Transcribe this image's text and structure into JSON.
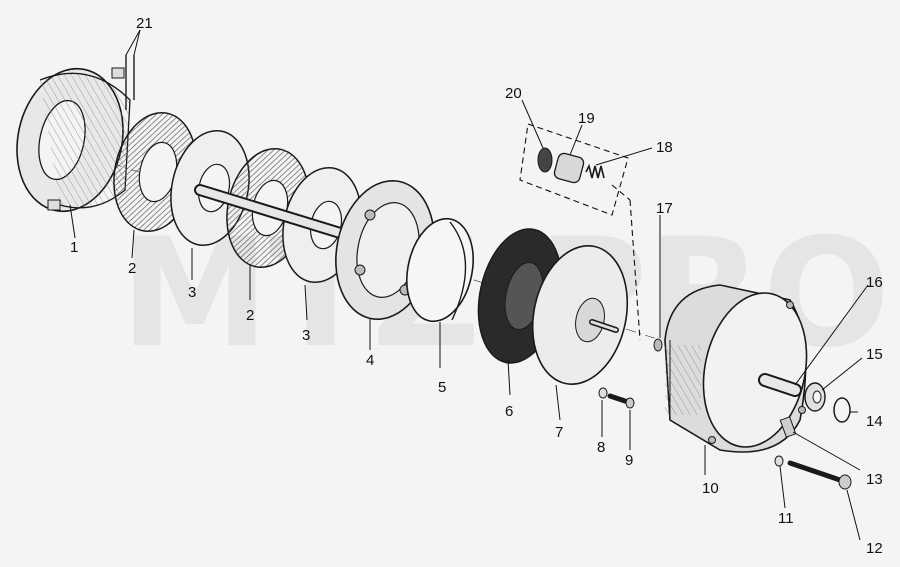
{
  "watermark": "MTZ.PRO",
  "callouts": [
    "1",
    "2",
    "2",
    "3",
    "3",
    "4",
    "5",
    "6",
    "7",
    "8",
    "9",
    "10",
    "11",
    "12",
    "13",
    "14",
    "15",
    "16",
    "17",
    "18",
    "19",
    "20",
    "21"
  ],
  "palette": {
    "ink": "#1a1a1a",
    "paper": "#f4f4f2",
    "hatch": "#555555",
    "dark": "#2a2a2a"
  }
}
